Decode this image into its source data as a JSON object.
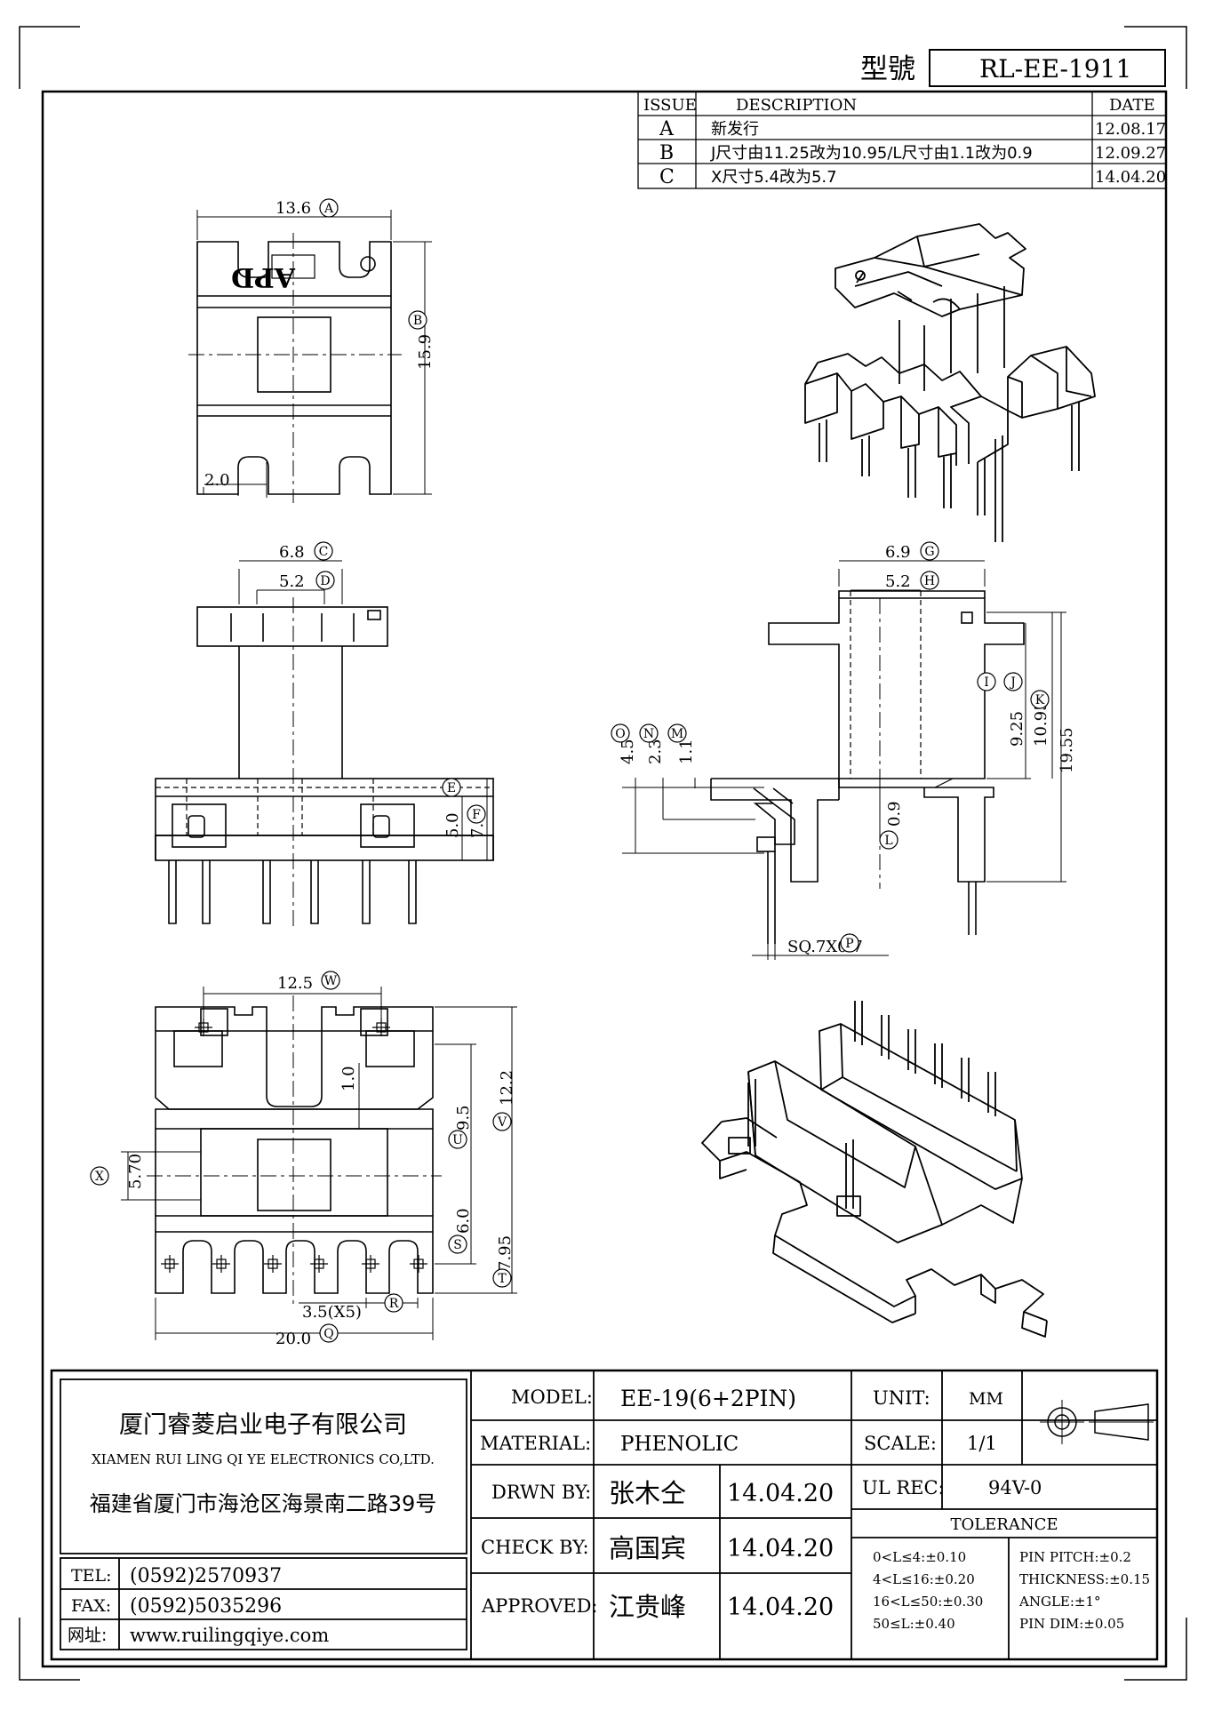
{
  "model_header": {
    "label": "型號",
    "value": "RL-EE-1911"
  },
  "revisions": {
    "headers": {
      "issue": "ISSUE",
      "description": "DESCRIPTION",
      "date": "DATE"
    },
    "rows": [
      {
        "issue": "A",
        "description": "新发行",
        "date": "12.08.17"
      },
      {
        "issue": "B",
        "description": "J尺寸由11.25改为10.95/L尺寸由1.1改为0.9",
        "date": "12.09.27"
      },
      {
        "issue": "C",
        "description": "X尺寸5.4改为5.7",
        "date": "14.04.20"
      }
    ]
  },
  "dimensions": {
    "top": {
      "A": "13.6",
      "B": "15.9",
      "pin_offset": "2.0",
      "logo": "APD"
    },
    "front": {
      "C": "6.8",
      "D": "5.2",
      "E": "",
      "F": "7.0",
      "E_val": "5.0"
    },
    "side": {
      "G": "6.9",
      "H": "5.2",
      "I": "9.25",
      "J": "10.95",
      "K": "19.55",
      "O": "4.5",
      "N": "2.3",
      "M": "1.1",
      "L": "0.9",
      "P": "SQ.7X0.7"
    },
    "bottom": {
      "W": "12.5",
      "V": "12.2",
      "U": "9.5",
      "one": "1.0",
      "X": "5.70",
      "S": "6.0",
      "T": "7.95",
      "R": "3.5(X5)",
      "Q": "20.0"
    }
  },
  "letters": [
    "A",
    "B",
    "C",
    "D",
    "E",
    "F",
    "G",
    "H",
    "I",
    "J",
    "K",
    "L",
    "M",
    "N",
    "O",
    "P",
    "Q",
    "R",
    "S",
    "T",
    "U",
    "V",
    "W",
    "X"
  ],
  "title_block": {
    "company_cn": "厦门睿菱启业电子有限公司",
    "company_en": "XIAMEN RUI LING QI YE ELECTRONICS CO,LTD.",
    "address": "福建省厦门市海沧区海景南二路39号",
    "tel_label": "TEL:",
    "tel": "(0592)2570937",
    "fax_label": "FAX:",
    "fax": "(0592)5035296",
    "web_label": "网址:",
    "web": "www.ruilingqiye.com",
    "model_label": "MODEL:",
    "model": "EE-19(6+2PIN)",
    "material_label": "MATERIAL:",
    "material": "PHENOLIC",
    "drawn_label": "DRWN BY:",
    "drawn_name": "张木仝",
    "drawn_date": "14.04.20",
    "check_label": "CHECK BY:",
    "check_name": "高国宾",
    "check_date": "14.04.20",
    "approved_label": "APPROVED:",
    "approved_name": "江贵峰",
    "approved_date": "14.04.20",
    "unit_label": "UNIT:",
    "unit": "MM",
    "scale_label": "SCALE:",
    "scale": "1/1",
    "ul_label": "UL REC:",
    "ul": "94V-0",
    "tolerance_title": "TOLERANCE",
    "tol_left": [
      "0<L≤4:±0.10",
      "4<L≤16:±0.20",
      "16<L≤50:±0.30",
      "50≤L:±0.40"
    ],
    "tol_right": [
      "PIN PITCH:±0.2",
      "THICKNESS:±0.15",
      "ANGLE:±1°",
      "PIN DIM:±0.05"
    ]
  }
}
